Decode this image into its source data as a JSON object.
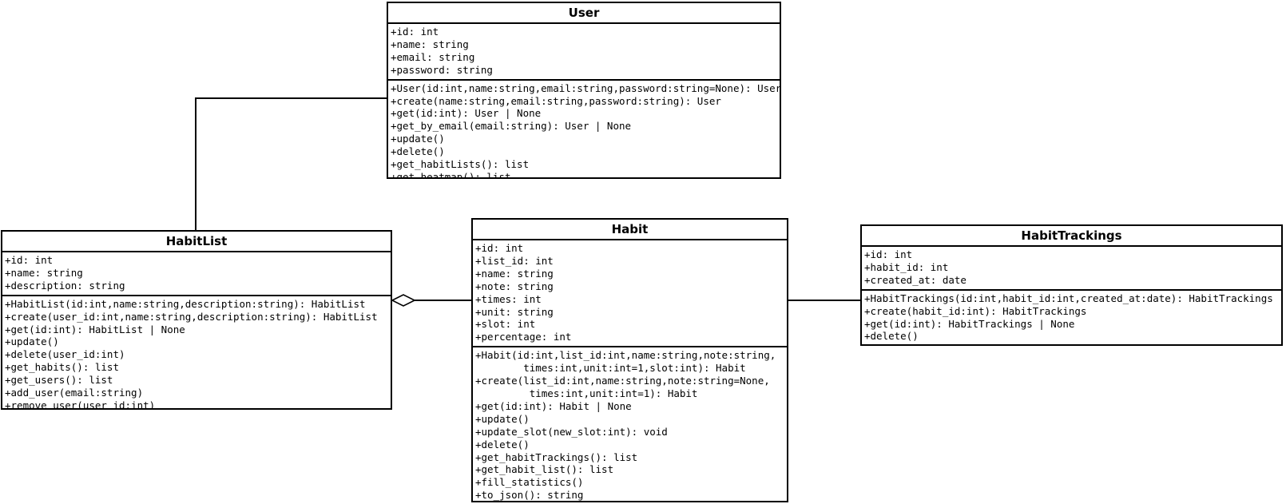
{
  "diagram": {
    "type": "uml-class-diagram",
    "colors": {
      "background": "#ffffff",
      "border": "#000000",
      "text": "#000000"
    },
    "classes": [
      {
        "name": "User",
        "attributes": [
          "+id: int",
          "+name: string",
          "+email: string",
          "+password: string"
        ],
        "methods": [
          "+User(id:int,name:string,email:string,password:string=None): User",
          "+create(name:string,email:string,password:string): User",
          "+get(id:int): User | None",
          "+get_by_email(email:string): User | None",
          "+update()",
          "+delete()",
          "+get_habitLists(): list",
          "+get_heatmap(): list"
        ]
      },
      {
        "name": "HabitList",
        "attributes": [
          "+id: int",
          "+name: string",
          "+description: string"
        ],
        "methods": [
          "+HabitList(id:int,name:string,description:string): HabitList",
          "+create(user_id:int,name:string,description:string): HabitList",
          "+get(id:int): HabitList | None",
          "+update()",
          "+delete(user_id:int)",
          "+get_habits(): list",
          "+get_users(): list",
          "+add_user(email:string)",
          "+remove_user(user_id:int)"
        ]
      },
      {
        "name": "Habit",
        "attributes": [
          "+id: int",
          "+list_id: int",
          "+name: string",
          "+note: string",
          "+times: int",
          "+unit: string",
          "+slot: int",
          "+percentage: int"
        ],
        "methods": [
          "+Habit(id:int,list_id:int,name:string,note:string,",
          "        times:int,unit:int=1,slot:int): Habit",
          "+create(list_id:int,name:string,note:string=None,",
          "         times:int,unit:int=1): Habit",
          "+get(id:int): Habit | None",
          "+update()",
          "+update_slot(new_slot:int): void",
          "+delete()",
          "+get_habitTrackings(): list",
          "+get_habit_list(): list",
          "+fill_statistics()",
          "+to_json(): string"
        ]
      },
      {
        "name": "HabitTrackings",
        "attributes": [
          "+id: int",
          "+habit_id: int",
          "+created_at: date"
        ],
        "methods": [
          "+HabitTrackings(id:int,habit_id:int,created_at:date): HabitTrackings",
          "+create(habit_id:int): HabitTrackings",
          "+get(id:int): HabitTrackings | None",
          "+delete()"
        ]
      }
    ],
    "relationships": [
      {
        "from": "User",
        "to": "HabitList",
        "type": "association"
      },
      {
        "from": "HabitList",
        "to": "Habit",
        "type": "aggregation",
        "diamond_end": "HabitList"
      },
      {
        "from": "Habit",
        "to": "HabitTrackings",
        "type": "association"
      }
    ]
  }
}
